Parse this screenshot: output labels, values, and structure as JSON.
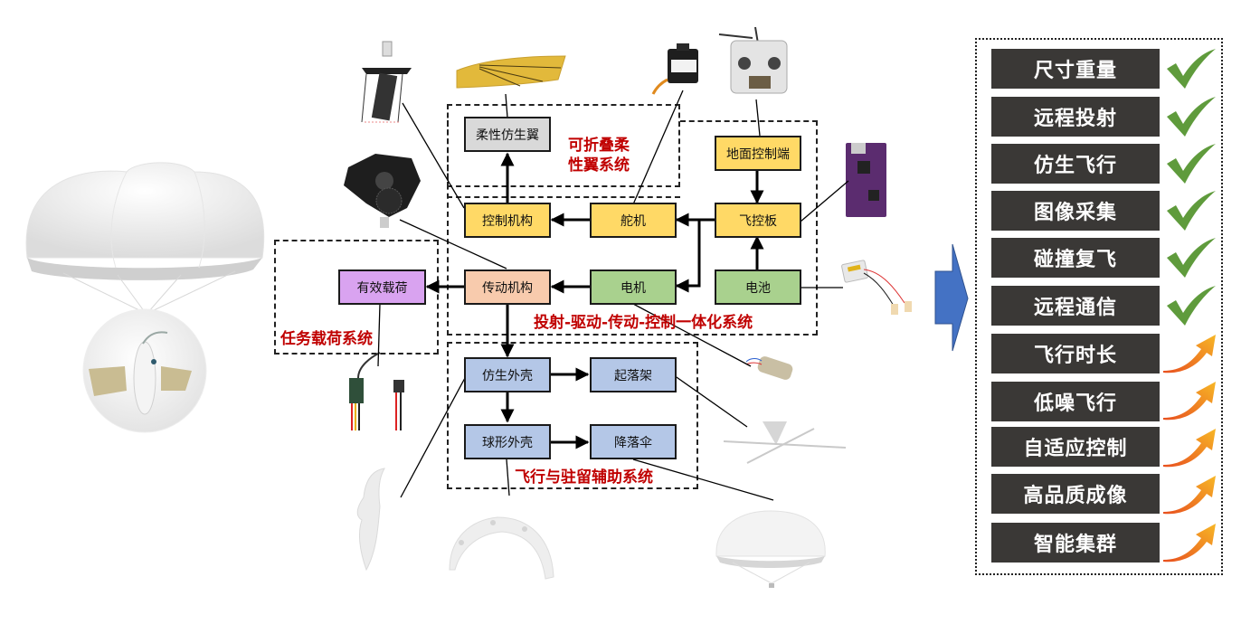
{
  "diagram": {
    "systems": [
      {
        "id": "wing",
        "label_lines": [
          "可折叠柔",
          "性翼系统"
        ]
      },
      {
        "id": "integrated",
        "label": "投射-驱动-传动-控制一体化系统"
      },
      {
        "id": "payload",
        "label": "任务载荷系统"
      },
      {
        "id": "aux",
        "label": "飞行与驻留辅助系统"
      }
    ],
    "blocks": {
      "flexible_wing": "柔性仿生翼",
      "control_mechanism": "控制机构",
      "servo": "舵机",
      "flight_controller": "飞控板",
      "ground_station": "地面控制端",
      "transmission": "传动机构",
      "motor": "电机",
      "battery": "电池",
      "payload": "有效载荷",
      "bionic_shell": "仿生外壳",
      "landing_gear": "起落架",
      "spherical_shell": "球形外壳",
      "parachute": "降落伞"
    },
    "colors": {
      "yellow": "#ffd966",
      "green": "#a9d18e",
      "peach": "#f8cbad",
      "purple": "#d9a3f0",
      "blue": "#b4c7e7",
      "gray": "#d9d9d9",
      "label_red": "#c00000",
      "arrow_blue": "#4472c4"
    }
  },
  "features": {
    "achieved": [
      "尺寸重量",
      "远程投射",
      "仿生飞行",
      "图像采集",
      "碰撞复飞",
      "远程通信"
    ],
    "improving": [
      "飞行时长",
      "低噪飞行",
      "自适应控制",
      "高品质成像",
      "智能集群"
    ],
    "achieved_icon": "checkmark-icon",
    "improving_icon": "upward-arrow-icon",
    "check_color": "#5f9b3c",
    "arrow_color": "#f5a623"
  }
}
